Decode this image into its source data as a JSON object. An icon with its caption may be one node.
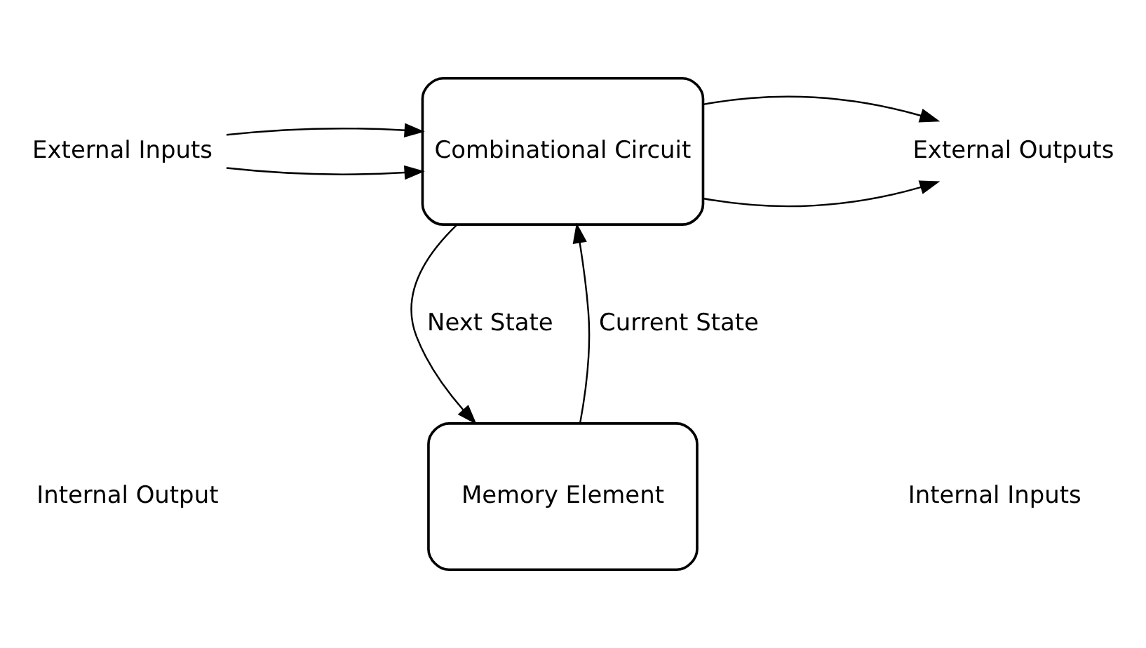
{
  "diagram": {
    "nodes": [
      {
        "text": [
          "Combinational Circuit"
        ]
      },
      {
        "text": [
          "Memory Element"
        ]
      },
      {
        "text": [
          "External Inputs"
        ]
      },
      {
        "text": [
          "External Outputs"
        ]
      }
    ],
    "edges": [
      {
        "from": 2,
        "to": 0,
        "arrow": "to"
      },
      {
        "from": 2,
        "to": 0,
        "arrow": "to"
      },
      {
        "from": 0,
        "to": 3,
        "arrow": "to"
      },
      {
        "from": 0,
        "to": 3,
        "arrow": "to"
      },
      {
        "from": 0,
        "to": 1,
        "arrow": "to",
        "label": "Next State"
      },
      {
        "from": 1,
        "to": 0,
        "arrow": "to",
        "label": "Current State"
      }
    ],
    "labels": [
      "Internal Output",
      "Internal Inputs"
    ]
  }
}
